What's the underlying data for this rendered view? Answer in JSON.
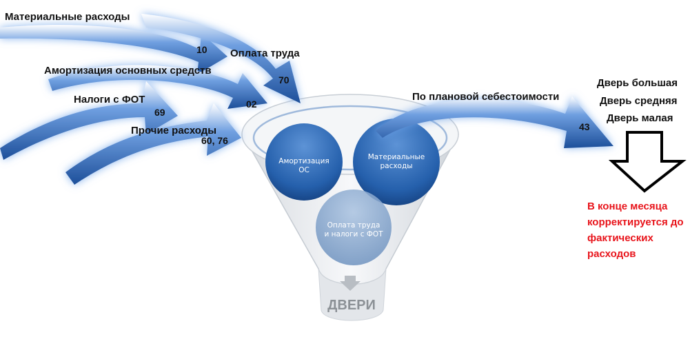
{
  "inputs": [
    {
      "label": "Материальные расходы",
      "account": "10"
    },
    {
      "label": "Оплата труда",
      "account": "70"
    },
    {
      "label": "Амортизация основных средств",
      "account": "02"
    },
    {
      "label": "Налоги с ФОТ",
      "account": "69"
    },
    {
      "label": "Прочие расходы",
      "account": "60, 76"
    }
  ],
  "funnel": {
    "circles": [
      "Амортизация ОС",
      "Материальные расходы",
      "Оплата труда и налоги с ФОТ"
    ],
    "output_label": "ДВЕРИ"
  },
  "output": {
    "arrow_label": "По плановой себестоимости",
    "account": "43",
    "products": [
      "Дверь большая",
      "Дверь средняя",
      "Дверь малая"
    ]
  },
  "note": "В конце месяца корректируется до фактических расходов",
  "colors": {
    "arrow": "#2e69b5",
    "circle": "#1f5fa6",
    "note": "#e8141b",
    "funnel": "#d2d6db"
  }
}
